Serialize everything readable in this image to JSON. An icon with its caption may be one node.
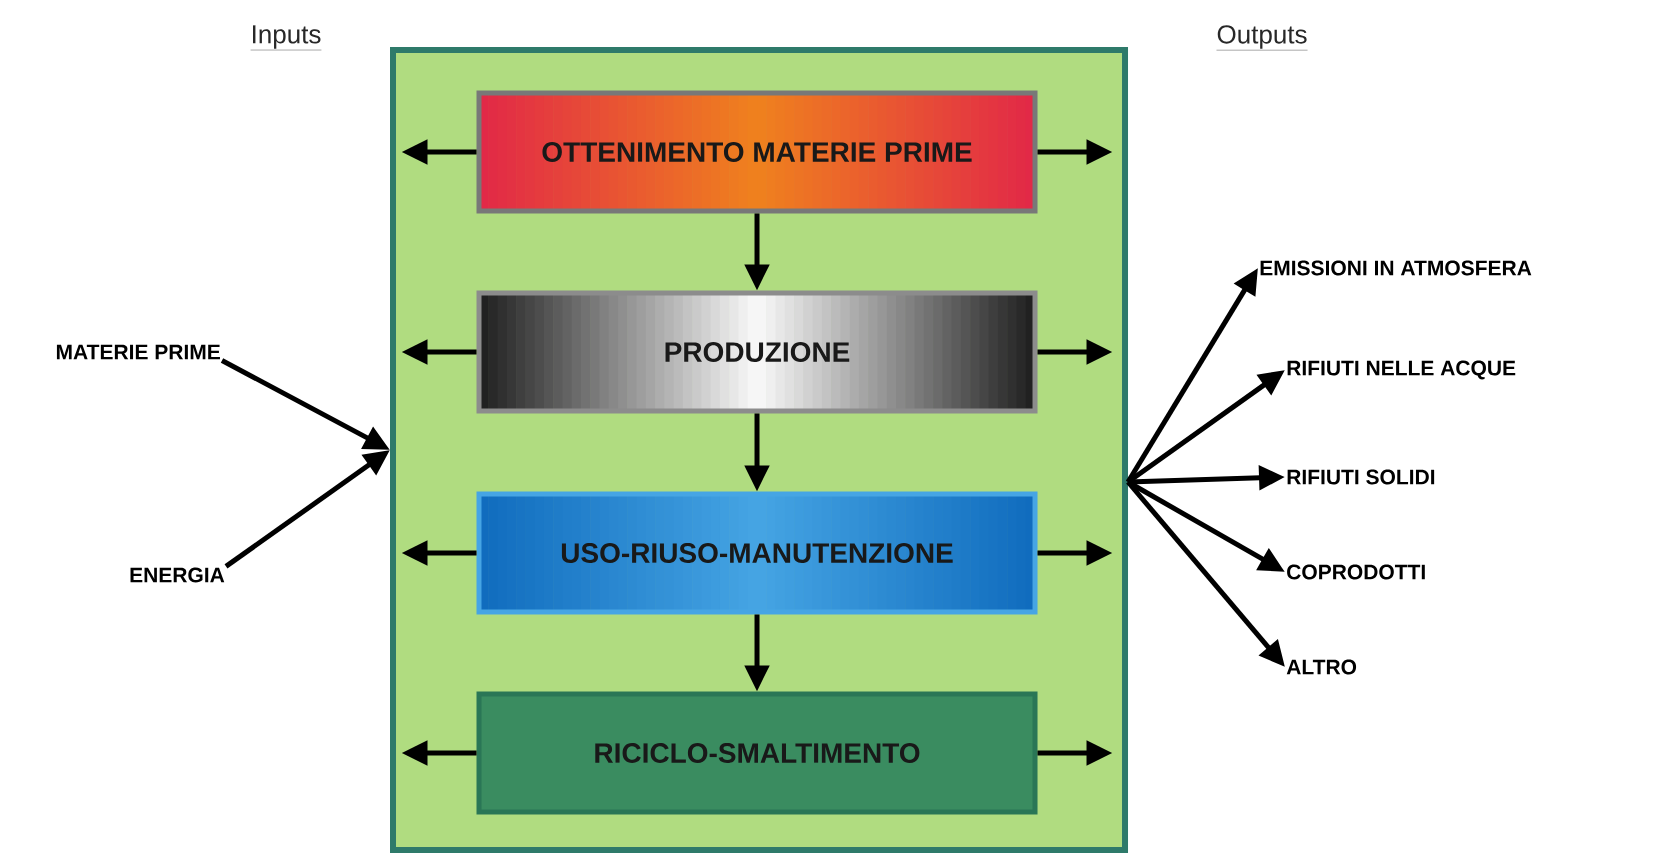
{
  "diagram": {
    "nodes": [
      {
        "text": [
          "MATERIE PRIME"
        ]
      },
      {
        "text": [
          "ENERGIA"
        ]
      },
      {
        "text": [],
        "shape": "box"
      },
      {
        "text": [
          "OTTENIMENTO MATERIE PRIME"
        ],
        "in": 2
      },
      {
        "text": [
          "PRODUZIONE"
        ],
        "in": 2
      },
      {
        "text": [
          "USO-RIUSO-MANUTENZIONE"
        ],
        "in": 2
      },
      {
        "text": [
          "RICICLO-SMALTIMENTO"
        ],
        "in": 2
      },
      {
        "text": [
          "EMISSIONI IN ATMOSFERA"
        ]
      },
      {
        "text": [
          "RIFIUTI NELLE ACQUE"
        ]
      },
      {
        "text": [
          "RIFIUTI SOLIDI"
        ]
      },
      {
        "text": [
          "COPRODOTTI"
        ]
      },
      {
        "text": [
          "ALTRO"
        ]
      }
    ],
    "edges": [
      {
        "from": 0,
        "to": 2,
        "arrow": "to"
      },
      {
        "from": 1,
        "to": 2,
        "arrow": "to"
      },
      {
        "from": 2,
        "to": 7,
        "arrow": "to"
      },
      {
        "from": 2,
        "to": 8,
        "arrow": "to"
      },
      {
        "from": 2,
        "to": 9,
        "arrow": "to"
      },
      {
        "from": 2,
        "to": 10,
        "arrow": "to"
      },
      {
        "from": 2,
        "to": 11,
        "arrow": "to"
      },
      {
        "from": 3,
        "to": 4,
        "arrow": "to"
      },
      {
        "from": 4,
        "to": 5,
        "arrow": "to"
      },
      {
        "from": 5,
        "to": 6,
        "arrow": "to"
      },
      {
        "from": 3,
        "to": null,
        "arrow": "to"
      },
      {
        "from": 3,
        "to": null,
        "arrow": "to"
      },
      {
        "from": 4,
        "to": null,
        "arrow": "to"
      },
      {
        "from": 4,
        "to": null,
        "arrow": "to"
      },
      {
        "from": 5,
        "to": null,
        "arrow": "to"
      },
      {
        "from": 5,
        "to": null,
        "arrow": "to"
      },
      {
        "from": 6,
        "to": null,
        "arrow": "to"
      },
      {
        "from": 6,
        "to": null,
        "arrow": "to"
      }
    ],
    "labels": [
      "Inputs",
      "Outputs"
    ]
  }
}
